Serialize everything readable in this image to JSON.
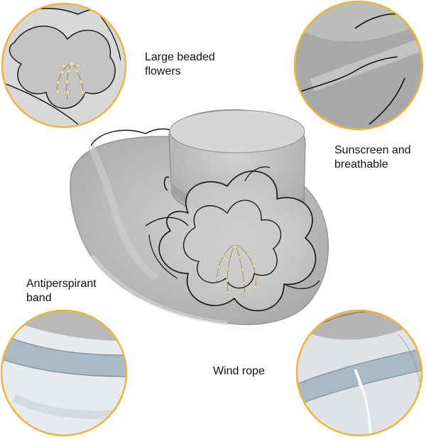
{
  "labels": {
    "large_beaded_flowers": [
      "Large beaded",
      "flowers"
    ],
    "sunscreen_breathable": [
      "Sunscreen and",
      "breathable"
    ],
    "antiperspirant_band": [
      "Antiperspirant",
      "band"
    ],
    "wind_rope": [
      "Wind rope"
    ]
  },
  "colors": {
    "circle_border": "#f0b43a",
    "hat_grey": "#b9b9b9",
    "hat_dark": "#9a9a9a",
    "trim": "#111111",
    "band_blue": "#a9b9c5",
    "bead": "#e9d9a6"
  }
}
